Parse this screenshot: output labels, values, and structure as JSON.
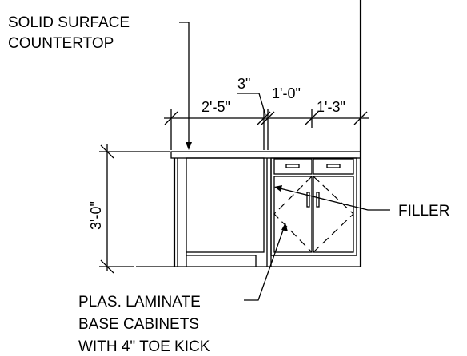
{
  "labels": {
    "countertop_line1": "SOLID SURFACE",
    "countertop_line2": "COUNTERTOP",
    "filler": "FILLER",
    "cabinet_line1": "PLAS. LAMINATE",
    "cabinet_line2": "BASE CABINETS",
    "cabinet_line3": "WITH 4\" TOE KICK"
  },
  "dimensions": {
    "width_left": "2'-5\"",
    "width_gap": "3\"",
    "width_mid": "1'-0\"",
    "width_right": "1'-3\"",
    "height": "3'-0\""
  }
}
